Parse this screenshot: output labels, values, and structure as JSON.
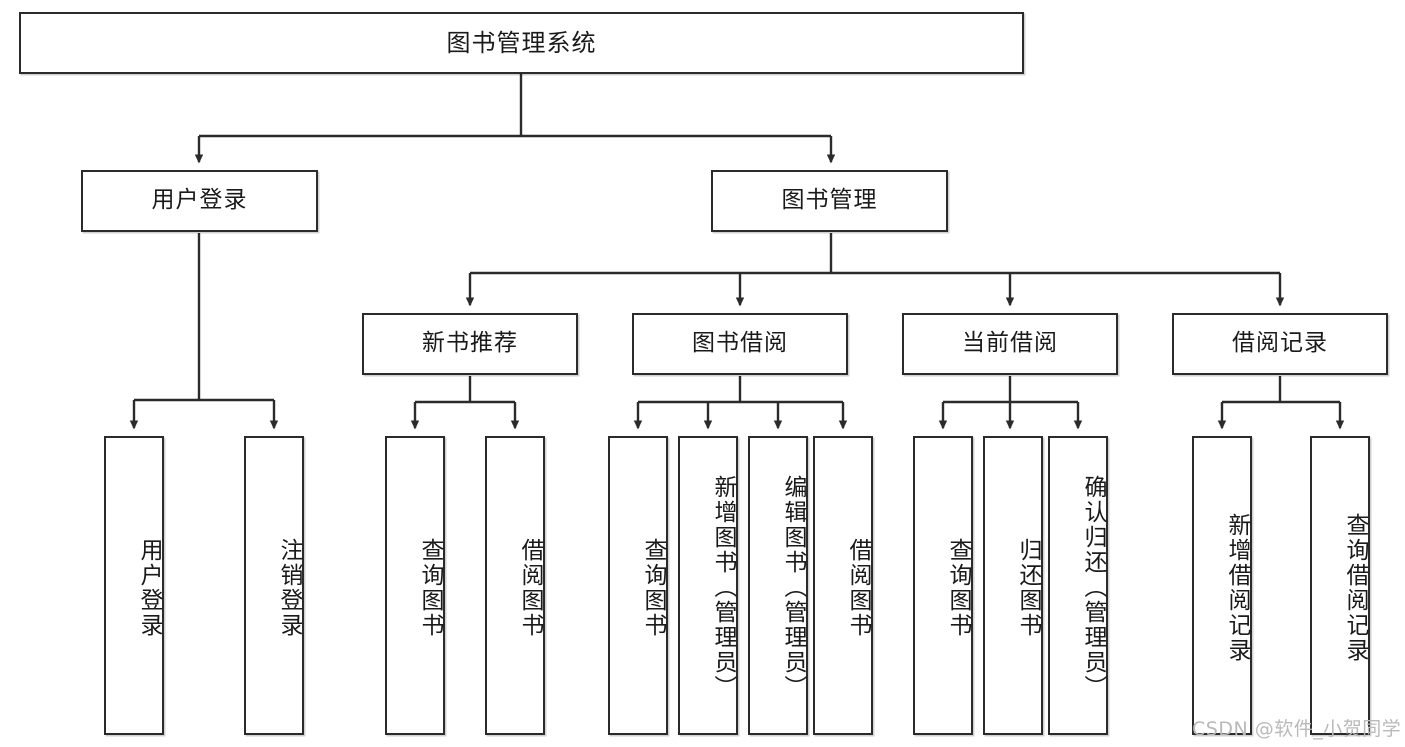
{
  "diagram": {
    "title": "图书管理系统",
    "type": "tree-hierarchy-diagram",
    "root": {
      "id": "root",
      "label": "图书管理系统"
    },
    "level2": [
      {
        "id": "user-login",
        "label": "用户登录"
      },
      {
        "id": "book-manage",
        "label": "图书管理"
      }
    ],
    "level3": [
      {
        "id": "new-book-recommend",
        "label": "新书推荐",
        "parent": "book-manage"
      },
      {
        "id": "book-borrow",
        "label": "图书借阅",
        "parent": "book-manage"
      },
      {
        "id": "current-borrow",
        "label": "当前借阅",
        "parent": "book-manage"
      },
      {
        "id": "borrow-record",
        "label": "借阅记录",
        "parent": "book-manage"
      }
    ],
    "leaves": [
      {
        "id": "leaf-user-login",
        "label": "用户登录",
        "parent": "user-login"
      },
      {
        "id": "leaf-logout-login",
        "label": "注销登录",
        "parent": "user-login"
      },
      {
        "id": "leaf-query-book-1",
        "label": "查询图书",
        "parent": "new-book-recommend"
      },
      {
        "id": "leaf-borrow-book-1",
        "label": "借阅图书",
        "parent": "new-book-recommend"
      },
      {
        "id": "leaf-query-book-2",
        "label": "查询图书",
        "parent": "book-borrow"
      },
      {
        "id": "leaf-add-book",
        "label": "新增图书（管理员）",
        "parent": "book-borrow"
      },
      {
        "id": "leaf-edit-book",
        "label": "编辑图书（管理员）",
        "parent": "book-borrow"
      },
      {
        "id": "leaf-borrow-book-2",
        "label": "借阅图书",
        "parent": "book-borrow"
      },
      {
        "id": "leaf-query-book-3",
        "label": "查询图书",
        "parent": "current-borrow"
      },
      {
        "id": "leaf-return-book",
        "label": "归还图书",
        "parent": "current-borrow"
      },
      {
        "id": "leaf-confirm-return",
        "label": "确认归还（管理员）",
        "parent": "current-borrow"
      },
      {
        "id": "leaf-add-record",
        "label": "新增借阅记录",
        "parent": "borrow-record"
      },
      {
        "id": "leaf-query-record",
        "label": "查询借阅记录",
        "parent": "borrow-record"
      }
    ],
    "colors": {
      "stroke": "#2b2b2b",
      "background": "#ffffff",
      "text": "#1a1a1a",
      "watermark": "#b9b9b9"
    }
  },
  "watermark": {
    "text": "CSDN @软件_小贺同学"
  }
}
